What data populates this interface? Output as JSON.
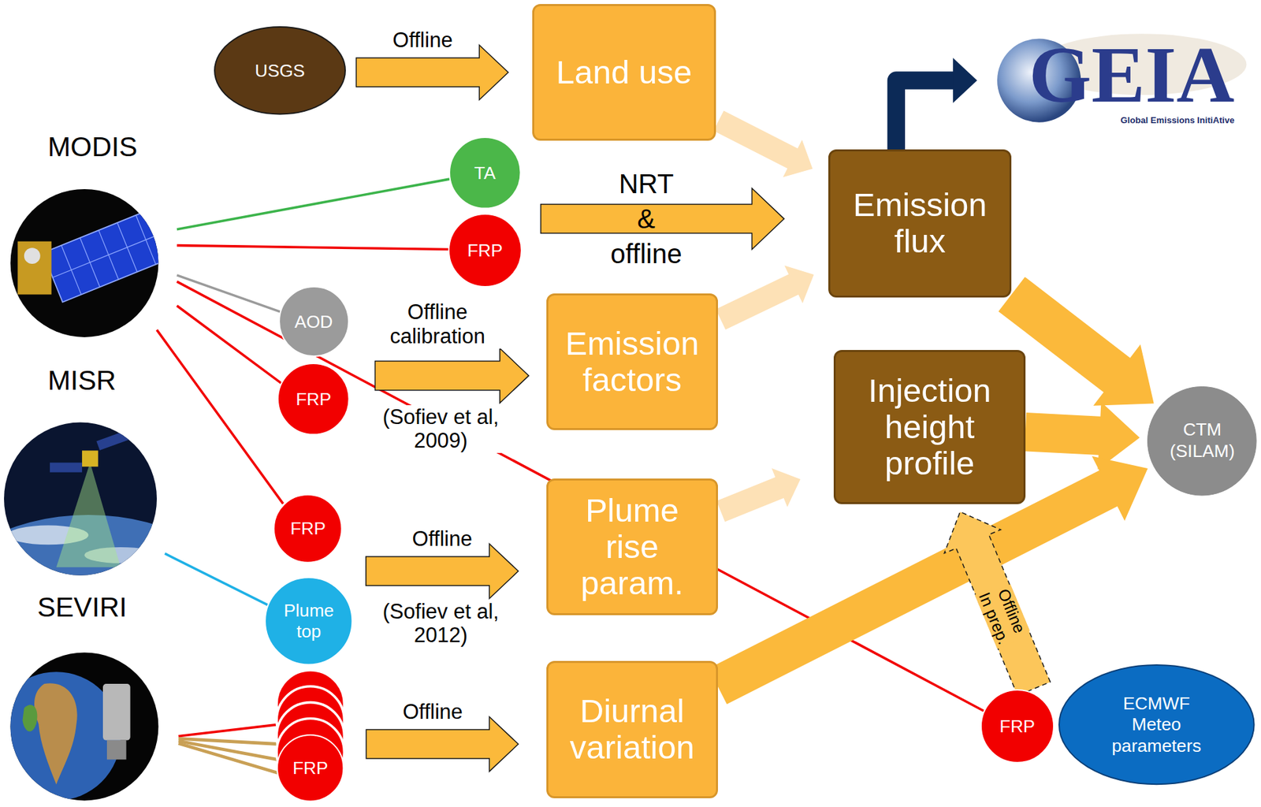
{
  "diagram": {
    "nodes": [
      {
        "text": [
          "USGS"
        ]
      },
      {
        "text": [
          "Land use"
        ]
      },
      {
        "text": [
          "GEIA",
          "Global Emissions InitiAtive"
        ]
      },
      {
        "text": [
          "TA"
        ]
      },
      {
        "text": [
          "FRP"
        ]
      },
      {
        "text": [
          "Emission flux"
        ]
      },
      {
        "text": [
          "AOD"
        ]
      },
      {
        "text": [
          "FRP"
        ]
      },
      {
        "text": [
          "Emission factors"
        ]
      },
      {
        "text": [
          "Injection height profile"
        ]
      },
      {
        "text": [
          "CTM (SILAM)"
        ]
      },
      {
        "text": [
          "FRP"
        ]
      },
      {
        "text": [
          "Plume top"
        ]
      },
      {
        "text": [
          "Plume rise param."
        ]
      },
      {
        "text": [
          "FRP"
        ]
      },
      {
        "text": [
          "Diurnal variation"
        ]
      },
      {
        "text": [
          "FRP"
        ]
      },
      {
        "text": [
          "ECMWF Meteo parameters"
        ]
      }
    ],
    "edges": [
      {
        "from": 0,
        "to": 1,
        "label": "Offline",
        "arrow": "to"
      },
      {
        "from": 5,
        "to": 2,
        "arrow": "to"
      },
      {
        "from": 4,
        "to": 5,
        "label": "NRT & offline",
        "arrow": "to"
      },
      {
        "from": 1,
        "to": 5,
        "arrow": "to"
      },
      {
        "from": 7,
        "to": 8,
        "label": "Offline calibration",
        "arrow": "to"
      },
      {
        "from": 8,
        "to": 5,
        "arrow": "to"
      },
      {
        "from": 5,
        "to": 10,
        "arrow": "to"
      },
      {
        "from": 9,
        "to": 10,
        "arrow": "to"
      },
      {
        "from": 12,
        "to": 13,
        "label": "Offline",
        "arrow": "to"
      },
      {
        "from": 13,
        "to": 9,
        "arrow": "to"
      },
      {
        "from": 14,
        "to": 15,
        "label": "Offline",
        "arrow": "to"
      },
      {
        "from": 15,
        "to": 10,
        "arrow": "to"
      },
      {
        "from": 16,
        "to": 9,
        "label": "Offline",
        "arrow": "to"
      }
    ],
    "labels": [
      "MODIS",
      "MISR",
      "SEVIRI",
      "(Sofiev et al, 2009)",
      "(Sofiev et al, 2012)",
      "In prep."
    ]
  }
}
